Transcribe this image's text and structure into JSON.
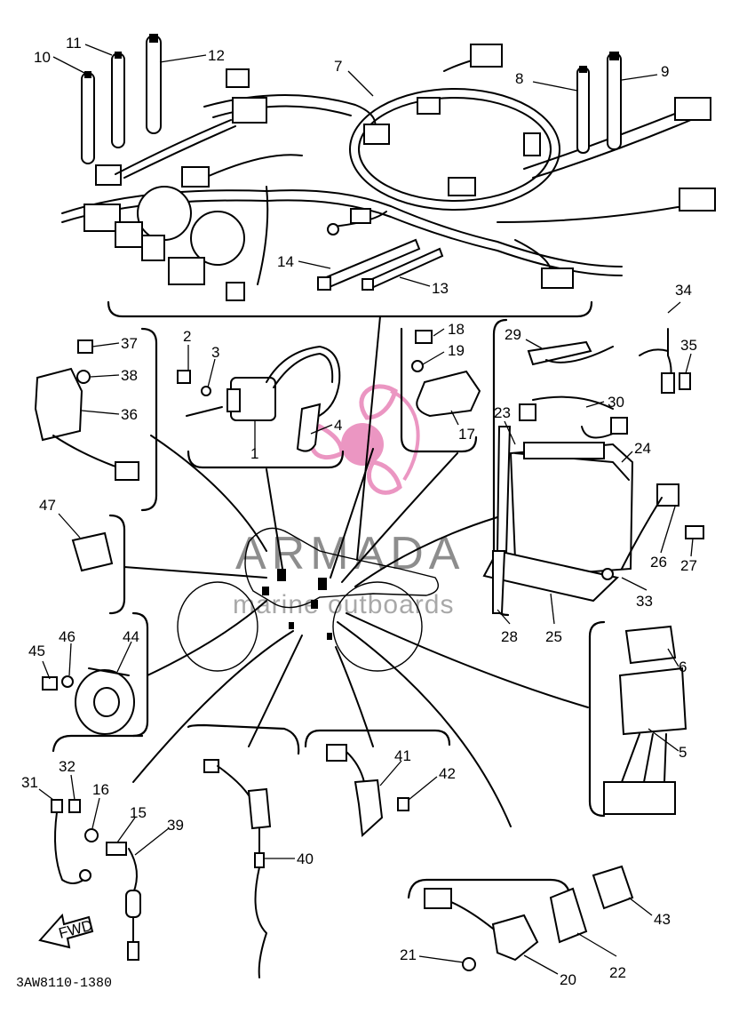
{
  "drawing_code": "3AW8110-1380",
  "watermark": {
    "brand": "ARMADA",
    "tagline": "marine outboards",
    "accent_color": "#e884b8",
    "logo_icon": "propeller-icon"
  },
  "fwd_arrow": {
    "label": "FWD",
    "icon": "forward-arrow-icon"
  },
  "labels": [
    {
      "id": "p10",
      "text": "10"
    },
    {
      "id": "p11",
      "text": "11"
    },
    {
      "id": "p12",
      "text": "12"
    },
    {
      "id": "p7",
      "text": "7"
    },
    {
      "id": "p8",
      "text": "8"
    },
    {
      "id": "p9",
      "text": "9"
    },
    {
      "id": "p14",
      "text": "14"
    },
    {
      "id": "p13",
      "text": "13"
    },
    {
      "id": "p2",
      "text": "2"
    },
    {
      "id": "p3",
      "text": "3"
    },
    {
      "id": "p4",
      "text": "4"
    },
    {
      "id": "p1",
      "text": "1"
    },
    {
      "id": "p18",
      "text": "18"
    },
    {
      "id": "p19",
      "text": "19"
    },
    {
      "id": "p17",
      "text": "17"
    },
    {
      "id": "p29",
      "text": "29"
    },
    {
      "id": "p34",
      "text": "34"
    },
    {
      "id": "p35",
      "text": "35"
    },
    {
      "id": "p30",
      "text": "30"
    },
    {
      "id": "p23",
      "text": "23"
    },
    {
      "id": "p24",
      "text": "24"
    },
    {
      "id": "p37",
      "text": "37"
    },
    {
      "id": "p38",
      "text": "38"
    },
    {
      "id": "p36",
      "text": "36"
    },
    {
      "id": "p47",
      "text": "47"
    },
    {
      "id": "p26",
      "text": "26"
    },
    {
      "id": "p27",
      "text": "27"
    },
    {
      "id": "p33",
      "text": "33"
    },
    {
      "id": "p28",
      "text": "28"
    },
    {
      "id": "p25",
      "text": "25"
    },
    {
      "id": "p45",
      "text": "45"
    },
    {
      "id": "p46",
      "text": "46"
    },
    {
      "id": "p44",
      "text": "44"
    },
    {
      "id": "p6",
      "text": "6"
    },
    {
      "id": "p5",
      "text": "5"
    },
    {
      "id": "p31",
      "text": "31"
    },
    {
      "id": "p32",
      "text": "32"
    },
    {
      "id": "p16",
      "text": "16"
    },
    {
      "id": "p15",
      "text": "15"
    },
    {
      "id": "p39",
      "text": "39"
    },
    {
      "id": "p41",
      "text": "41"
    },
    {
      "id": "p42",
      "text": "42"
    },
    {
      "id": "p40",
      "text": "40"
    },
    {
      "id": "p43",
      "text": "43"
    },
    {
      "id": "p21",
      "text": "21"
    },
    {
      "id": "p22",
      "text": "22"
    },
    {
      "id": "p20",
      "text": "20"
    }
  ]
}
